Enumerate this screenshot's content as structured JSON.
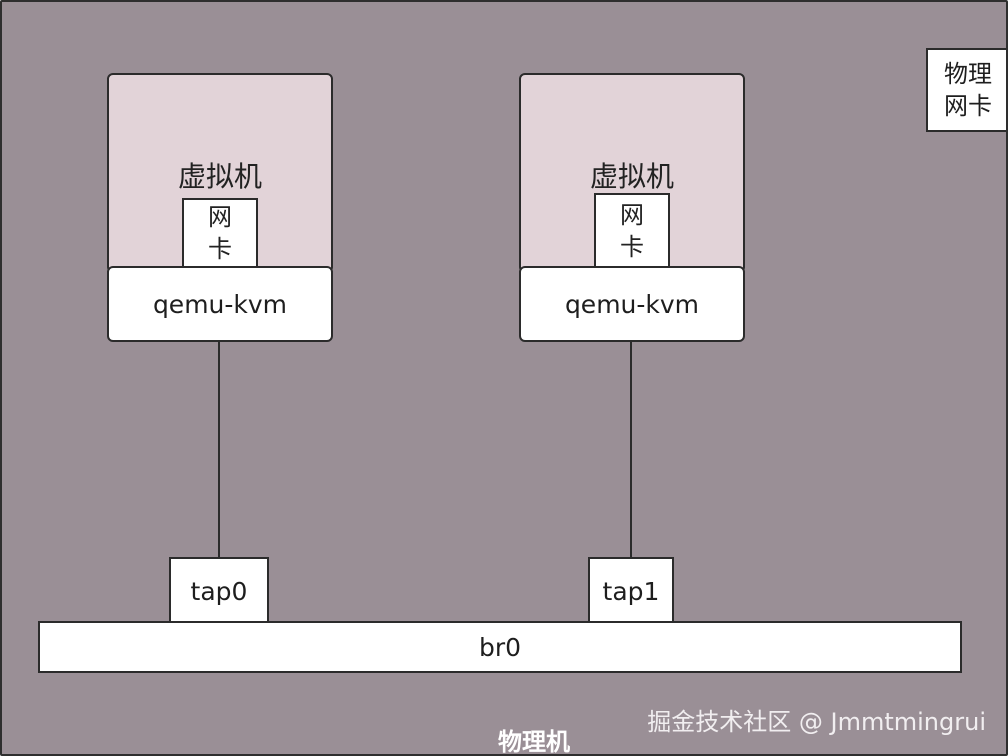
{
  "vm_left": {
    "title": "虚拟机",
    "nic_line1": "网",
    "nic_line2": "卡",
    "hypervisor": "qemu-kvm",
    "tap": "tap0"
  },
  "vm_right": {
    "title": "虚拟机",
    "nic_line1": "网",
    "nic_line2": "卡",
    "hypervisor": "qemu-kvm",
    "tap": "tap1"
  },
  "bridge": "br0",
  "physical_nic": {
    "line1": "物理",
    "line2": "网卡"
  },
  "host_label": "物理机",
  "watermark": "掘金技术社区 @ Jmmtmingrui",
  "colors": {
    "background": "#9a8f96",
    "vm_fill": "#e2d3d8",
    "box_fill": "#ffffff",
    "stroke": "#2b2b2b"
  }
}
